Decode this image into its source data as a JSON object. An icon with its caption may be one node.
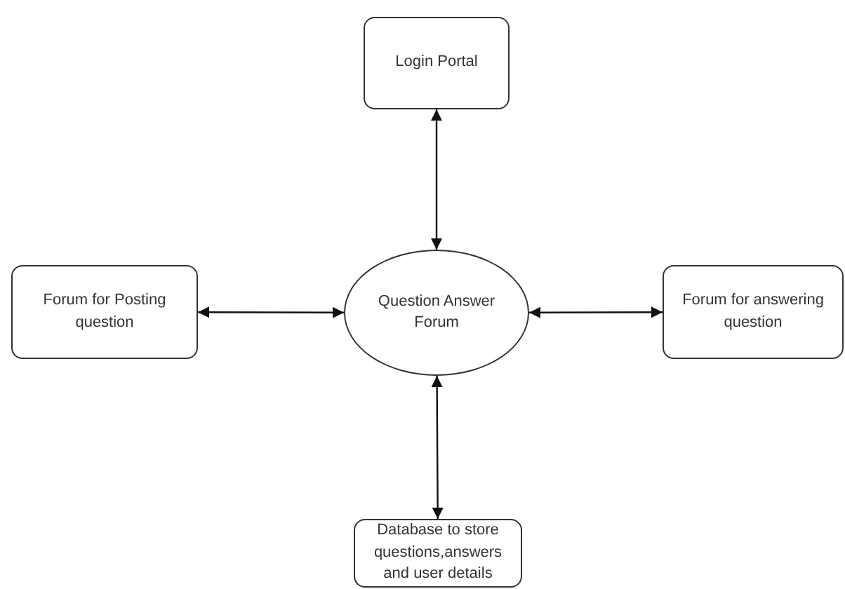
{
  "diagram": {
    "nodes": [
      {
        "text": [
          "Login Portal"
        ]
      },
      {
        "text": [
          "Forum for Posting question"
        ]
      },
      {
        "text": [
          "Question Answer Forum"
        ]
      },
      {
        "text": [
          "Forum for answering question"
        ]
      },
      {
        "text": [
          "Database to store questions,answers and user details"
        ]
      }
    ],
    "edges": [
      {
        "from": 2,
        "to": 0,
        "arrow": "both"
      },
      {
        "from": 2,
        "to": 1,
        "arrow": "both"
      },
      {
        "from": 2,
        "to": 3,
        "arrow": "both"
      },
      {
        "from": 2,
        "to": 4,
        "arrow": "both"
      }
    ]
  }
}
